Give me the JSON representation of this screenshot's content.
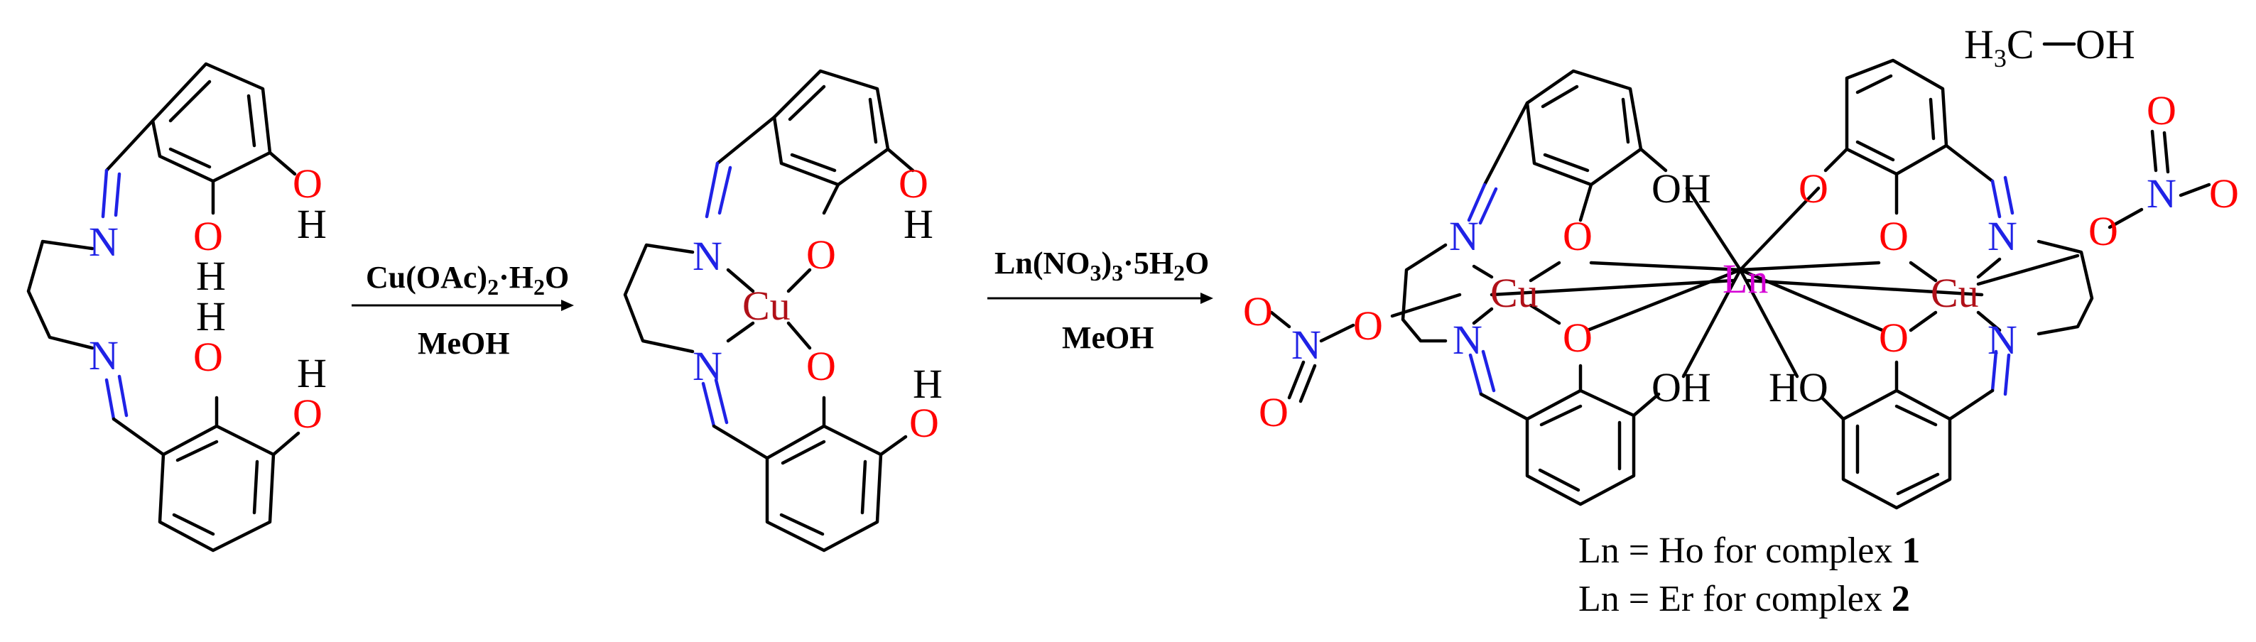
{
  "atoms": {
    "O": "O",
    "N": "N",
    "H": "H",
    "OH": "OH",
    "HO": "HO",
    "Cu": "Cu",
    "Ln": "Ln"
  },
  "methanol": {
    "h3": "H",
    "sub3": "3",
    "c": "C",
    "oh": "OH"
  },
  "step1": {
    "reagent_main": "Cu(OAc)",
    "reagent_sub": "2",
    "reagent_dot": "·H",
    "reagent_sub2": "2",
    "reagent_end": "O",
    "solvent": "MeOH"
  },
  "step2": {
    "reagent_main": "Ln(NO",
    "reagent_sub": "3",
    "reagent_mid": ")",
    "reagent_sub2": "3",
    "reagent_dot": "·5H",
    "reagent_sub3": "2",
    "reagent_end": "O",
    "solvent": "MeOH"
  },
  "captions": {
    "line1_text": "Ln = Ho for complex ",
    "line1_num": "1",
    "line2_text": "Ln = Er for complex ",
    "line2_num": "2"
  },
  "colors": {
    "oxygen": "#ff0000",
    "nitrogen": "#1f22e6",
    "copper": "#b01018",
    "lanthanide": "#d400d4"
  }
}
